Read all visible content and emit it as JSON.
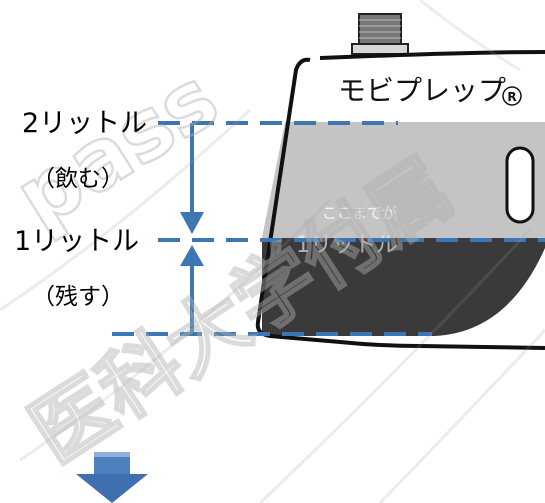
{
  "bottle": {
    "brand": "モビプレップ",
    "registered_mark": "R",
    "inner_text_top": "ここまでが",
    "inner_text_bottom": "1リットル"
  },
  "levels": {
    "upper_label": "2リットル",
    "upper_note": "（飲む）",
    "lower_label": "1リットル",
    "lower_note": "（残す）"
  },
  "watermark": {
    "text_top": "pass",
    "text_bottom": "医科大学付属"
  },
  "colors": {
    "accent_blue": "#3d77b3",
    "liquid_light": "#c4c4c4",
    "liquid_dark": "#3a3a3a",
    "bottle_outline": "#111111",
    "arrow_fill": "#4f7fbf"
  }
}
